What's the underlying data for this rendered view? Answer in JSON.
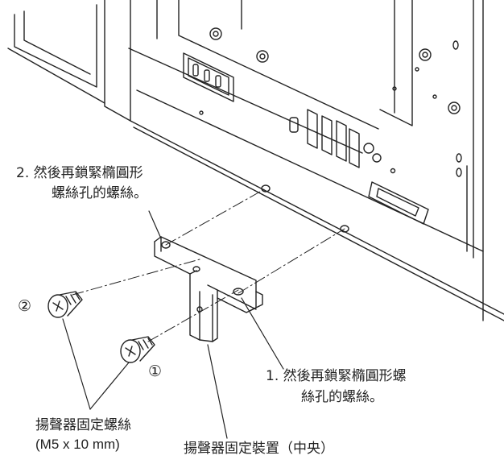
{
  "labels": {
    "step2_line1": "2. 然後再鎖緊橢圓形",
    "step2_line2": "螺絲孔的螺絲。",
    "step1_line1": "1. 然後再鎖緊橢圓形螺",
    "step1_line2": "絲孔的螺絲。",
    "callout_1": "①",
    "callout_2": "②",
    "screw_line1": "揚聲器固定螺絲",
    "screw_line2": "(M5 x 10 mm)",
    "bracket": "揚聲器固定裝置（中央）"
  },
  "colors": {
    "line": "#222222",
    "background": "#ffffff"
  }
}
